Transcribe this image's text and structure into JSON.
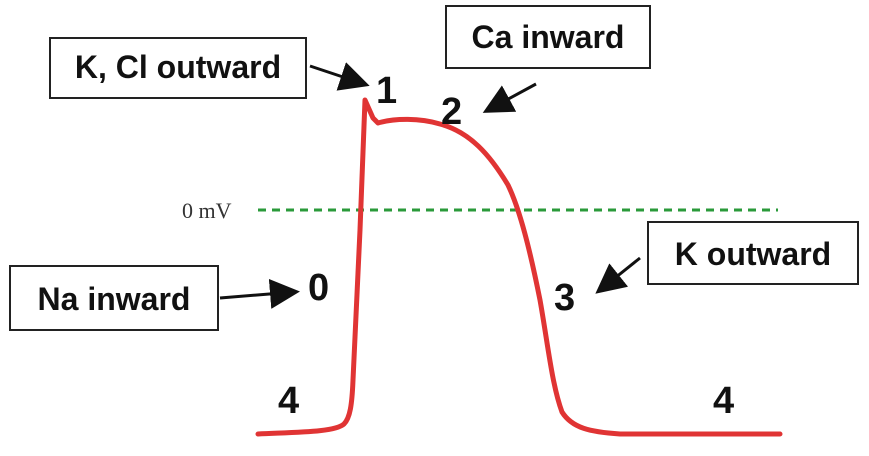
{
  "colors": {
    "trace": "#e03434",
    "baseline": "#2a9a3a",
    "text": "#111111",
    "box_border": "#222222"
  },
  "reference_line": {
    "label": "0 mV"
  },
  "phases": [
    {
      "id": "0",
      "label": "0"
    },
    {
      "id": "1",
      "label": "1"
    },
    {
      "id": "2",
      "label": "2"
    },
    {
      "id": "3",
      "label": "3"
    },
    {
      "id": "4-left",
      "label": "4"
    },
    {
      "id": "4-right",
      "label": "4"
    }
  ],
  "ion_labels": {
    "phase1": "K, Cl outward",
    "phase2": "Ca inward",
    "phase3": "K outward",
    "phase0": "Na inward"
  }
}
